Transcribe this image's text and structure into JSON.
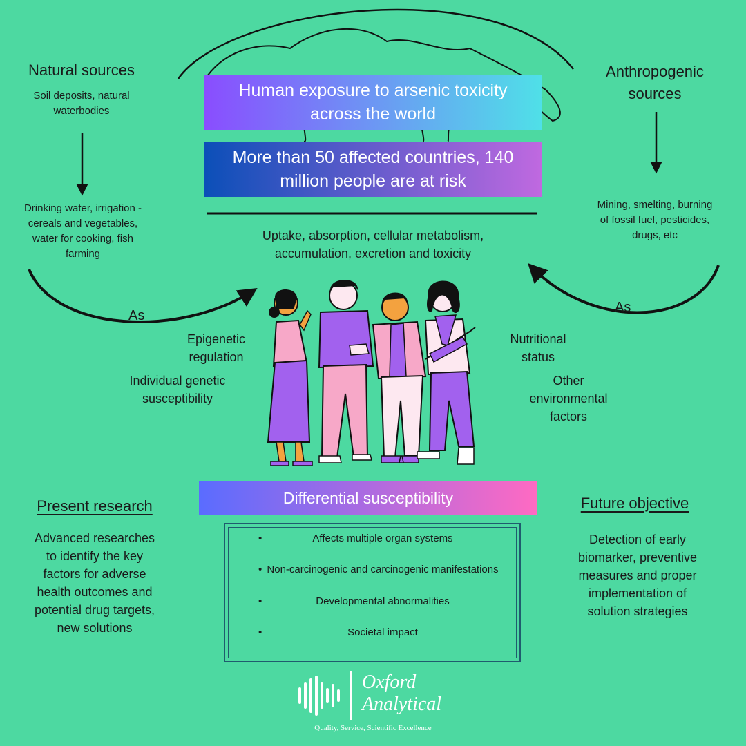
{
  "header": {
    "title": "Human exposure to arsenic toxicity across the world",
    "stat": "More than 50 affected countries, 140 million people are at risk"
  },
  "natural": {
    "heading": "Natural sources",
    "detail": "Soil deposits, natural waterbodies",
    "uses": "Drinking water, irrigation - cereals and vegetables, water for cooking, fish farming",
    "arrow_label": "As"
  },
  "anthropogenic": {
    "heading": "Anthropogenic sources",
    "detail": "Mining, smelting, burning of fossil fuel, pesticides, drugs, etc",
    "arrow_label": "As"
  },
  "pathway": "Uptake, absorption, cellular metabolism, accumulation, excretion and toxicity",
  "factors": {
    "epigenetic": "Epigenetic regulation",
    "genetic": "Individual genetic susceptibility",
    "nutritional": "Nutritional status",
    "environmental": "Other environmental factors"
  },
  "susceptibility": {
    "title": "Differential susceptibility",
    "bullets": [
      "Affects multiple organ systems",
      "Non-carcinogenic and carcinogenic manifestations",
      "Developmental abnormalities",
      "Societal impact"
    ]
  },
  "present": {
    "heading": "Present research",
    "text": "Advanced researches to identify the key factors for adverse health outcomes and potential drug targets, new solutions"
  },
  "future": {
    "heading": "Future objective",
    "text": "Detection of early biomarker, preventive measures and proper implementation of solution strategies"
  },
  "logo": {
    "name_line1": "Oxford",
    "name_line2": "Analytical",
    "tagline": "Quality, Service, Scientific Excellence"
  },
  "colors": {
    "background": "#4dd9a1",
    "title_gradient": [
      "#8a4dff",
      "#4fe0e8"
    ],
    "stat_gradient": [
      "#0b4fb8",
      "#c069e0"
    ],
    "susceptibility_gradient": [
      "#5a6cff",
      "#ff6ac2"
    ]
  }
}
